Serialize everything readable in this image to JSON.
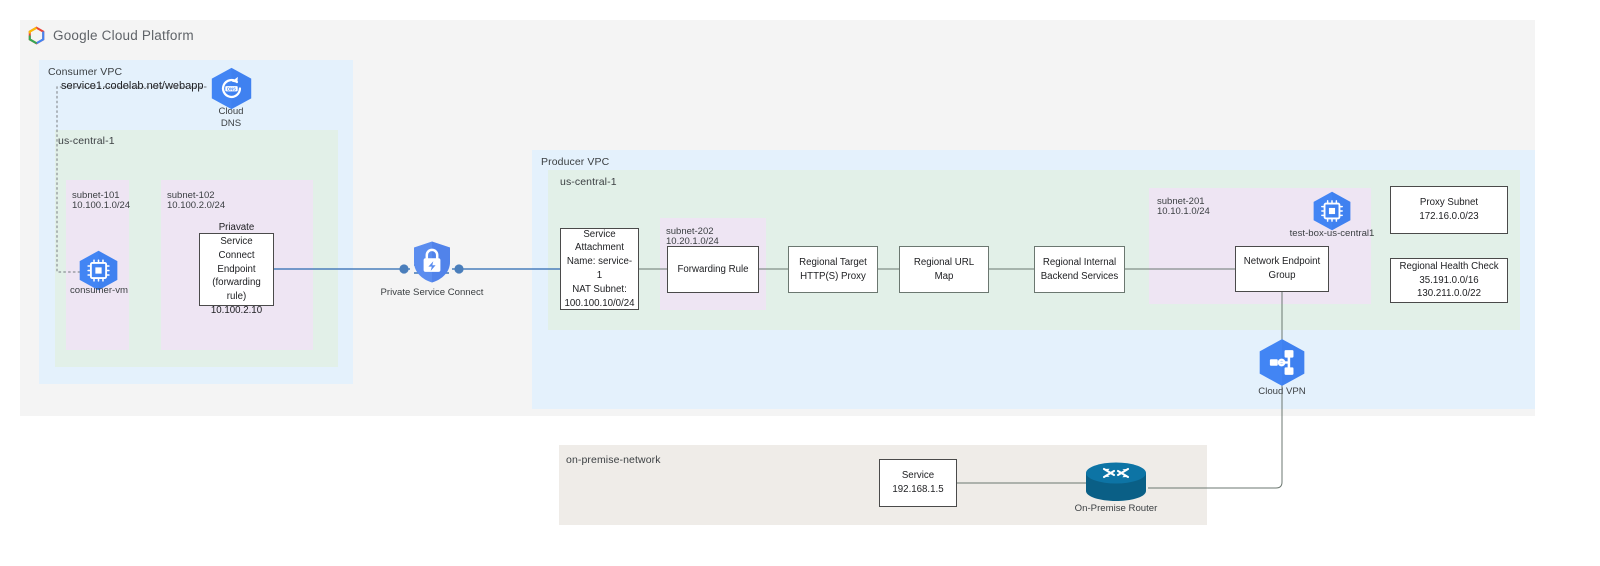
{
  "brand": {
    "logo_icon": "google-cloud-hexagon-icon",
    "wordmark": "Google Cloud Platform"
  },
  "consumer": {
    "vpc_label": "Consumer VPC",
    "region_label": "us-central-1",
    "dns_url": "service1.codelab.net/webapp",
    "cloud_dns": {
      "icon": "cloud-dns-icon",
      "label_line1": "Cloud",
      "label_line2": "DNS"
    },
    "subnet_101": {
      "name": "subnet-101",
      "cidr": "10.100.1.0/24"
    },
    "subnet_102": {
      "name": "subnet-102",
      "cidr": "10.100.2.0/24"
    },
    "vm": {
      "icon": "compute-vm-icon",
      "label": "consumer-vm"
    },
    "psc_endpoint": {
      "line1": "Priavate Service",
      "line2": "Connect Endpoint",
      "line3": "(forwarding rule)",
      "line4": "10.100.2.10"
    }
  },
  "psc": {
    "icon": "private-service-connect-shield-icon",
    "label": "Private Service Connect"
  },
  "producer": {
    "vpc_label": "Producer VPC",
    "region_label": "us-central-1",
    "service_attachment": {
      "line1": "Service",
      "line2": "Attachment",
      "line3": "Name: service-1",
      "line4": "NAT Subnet:",
      "line5": "100.100.10/0/24"
    },
    "subnet_202": {
      "name": "subnet-202",
      "cidr": "10.20.1.0/24"
    },
    "forwarding_rule": "Forwarding Rule",
    "target_proxy": {
      "line1": "Regional Target",
      "line2": "HTTP(S) Proxy"
    },
    "url_map": "Regional URL Map",
    "backend_services": {
      "line1": "Regional Internal",
      "line2": "Backend Services"
    },
    "subnet_201": {
      "name": "subnet-201",
      "cidr": "10.10.1.0/24"
    },
    "test_box": {
      "icon": "compute-vm-icon",
      "label": "test-box-us-central1"
    },
    "neg": {
      "line1": "Network Endpoint",
      "line2": "Group"
    },
    "proxy_subnet": {
      "line1": "Proxy Subnet",
      "line2": "172.16.0.0/23"
    },
    "health_check": {
      "line1": "Regional Health Check",
      "line2": "35.191.0.0/16",
      "line3": "130.211.0.0/22"
    },
    "cloud_vpn": {
      "icon": "cloud-vpn-icon",
      "label": "Cloud VPN"
    }
  },
  "onpremise": {
    "network_label": "on-premise-network",
    "service": {
      "line1": "Service",
      "line2": "192.168.1.5"
    },
    "router": {
      "icon": "on-premise-router-icon",
      "label": "On-Premise Router"
    }
  },
  "colors": {
    "vpc_blue": "#e4f1fc",
    "region_green": "#e2f0e8",
    "subnet_purple": "#eee5f3",
    "panel_gray": "#f4f4f4",
    "onprem_beige": "#efece8",
    "gcp_blue": "#4285f4",
    "router_teal": "#0a6a99",
    "link_blue": "#4a7ebb",
    "link_gray": "#6b7770"
  }
}
